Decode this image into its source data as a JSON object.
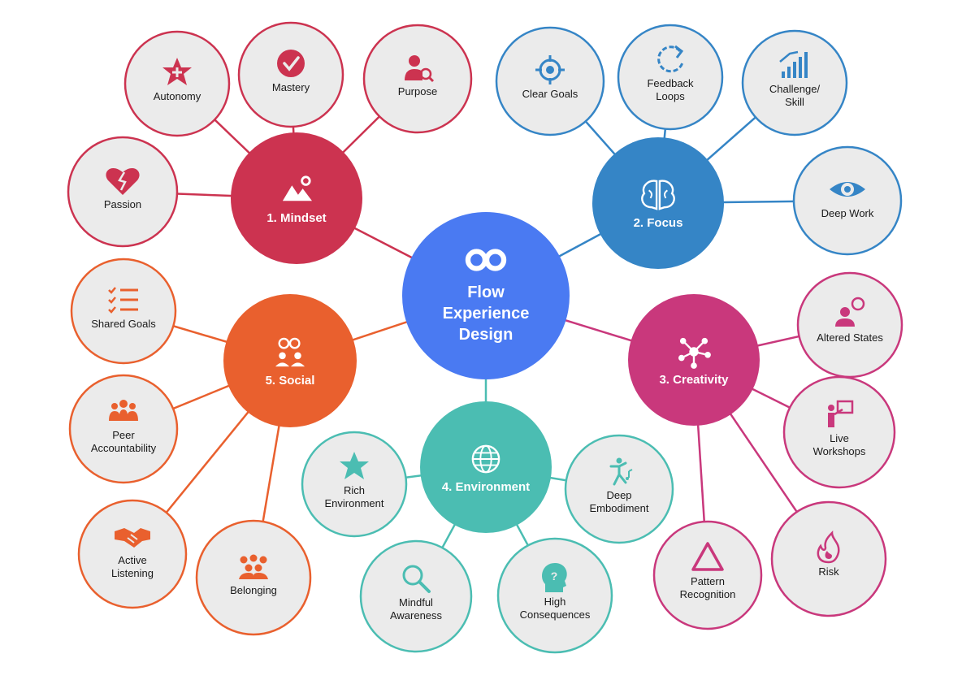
{
  "center": {
    "label_lines": [
      "Flow",
      "Experience",
      "Design"
    ],
    "icon": "infinity-icon",
    "color": "#4a7af2"
  },
  "hubs": [
    {
      "id": "mindset",
      "label": "1. Mindset",
      "icon": "mountain-gear-icon",
      "color": "#cc3350",
      "leaves": [
        {
          "lines": [
            "Passion"
          ],
          "icon": "broken-heart-icon"
        },
        {
          "lines": [
            "Autonomy"
          ],
          "icon": "star-plus-icon"
        },
        {
          "lines": [
            "Mastery"
          ],
          "icon": "check-circle-icon"
        },
        {
          "lines": [
            "Purpose"
          ],
          "icon": "person-search-icon"
        }
      ]
    },
    {
      "id": "focus",
      "label": "2. Focus",
      "icon": "brain-icon",
      "color": "#3585c6",
      "leaves": [
        {
          "lines": [
            "Clear Goals"
          ],
          "icon": "target-icon"
        },
        {
          "lines": [
            "Feedback",
            "Loops"
          ],
          "icon": "refresh-icon"
        },
        {
          "lines": [
            "Challenge/",
            "Skill"
          ],
          "icon": "signal-bars-icon"
        },
        {
          "lines": [
            "Deep Work"
          ],
          "icon": "eye-icon"
        }
      ]
    },
    {
      "id": "creativity",
      "label": "3. Creativity",
      "icon": "network-icon",
      "color": "#c9387c",
      "leaves": [
        {
          "lines": [
            "Altered States"
          ],
          "icon": "person-thought-icon"
        },
        {
          "lines": [
            "Live",
            "Workshops"
          ],
          "icon": "presenter-icon"
        },
        {
          "lines": [
            "Risk"
          ],
          "icon": "flame-icon"
        },
        {
          "lines": [
            "Pattern",
            "Recognition"
          ],
          "icon": "triangle-icon"
        }
      ]
    },
    {
      "id": "environment",
      "label": "4. Environment",
      "icon": "globe-icon",
      "color": "#4bbdb2",
      "leaves": [
        {
          "lines": [
            "Rich",
            "Environment"
          ],
          "icon": "star-icon"
        },
        {
          "lines": [
            "Deep",
            "Embodiment"
          ],
          "icon": "dancer-icon"
        },
        {
          "lines": [
            "High",
            "Consequences"
          ],
          "icon": "question-head-icon"
        },
        {
          "lines": [
            "Mindful",
            "Awareness"
          ],
          "icon": "magnifier-icon"
        }
      ]
    },
    {
      "id": "social",
      "label": "5. Social",
      "icon": "group-chat-icon",
      "color": "#e9602e",
      "leaves": [
        {
          "lines": [
            "Shared Goals"
          ],
          "icon": "checklist-icon"
        },
        {
          "lines": [
            "Peer",
            "Accountability"
          ],
          "icon": "team-icon"
        },
        {
          "lines": [
            "Active",
            "Listening"
          ],
          "icon": "handshake-icon"
        },
        {
          "lines": [
            "Belonging"
          ],
          "icon": "crowd-icon"
        }
      ]
    }
  ],
  "colors": {
    "leaf_fill": "#ebebeb",
    "leaf_text": "#1a1a1a",
    "background": "#ffffff"
  }
}
